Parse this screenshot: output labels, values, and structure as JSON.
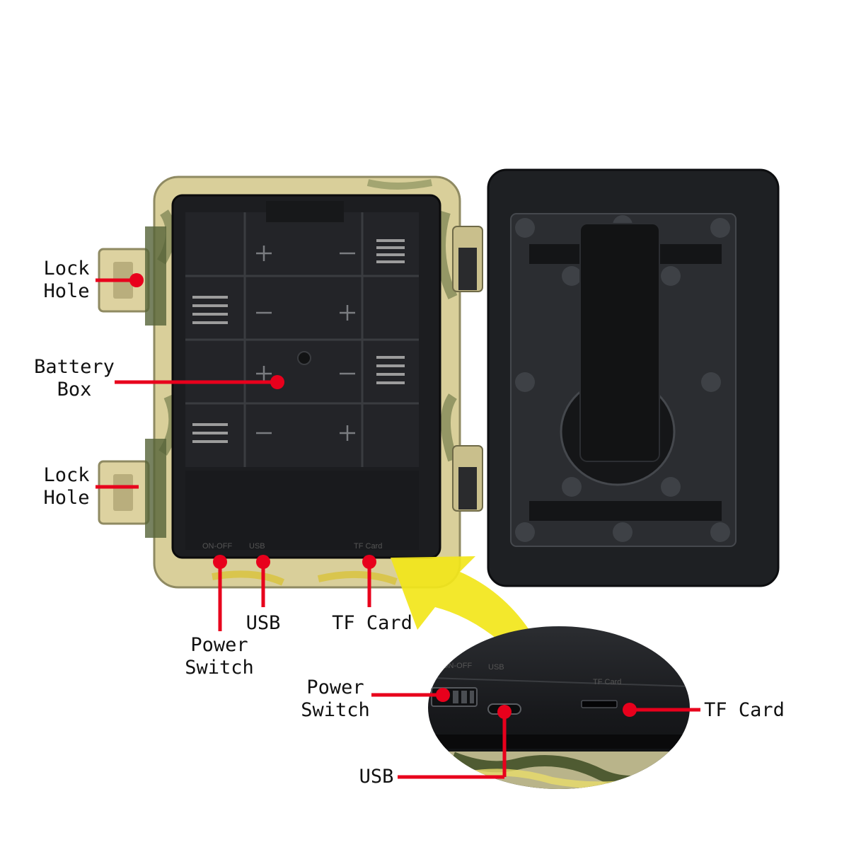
{
  "labels": {
    "lock_hole_top": [
      "Lock",
      "Hole"
    ],
    "battery_box": [
      "Battery",
      "Box"
    ],
    "lock_hole_bottom": [
      "Lock",
      "Hole"
    ],
    "usb_main": "USB",
    "tf_card_main": "TF Card",
    "power_switch_main": [
      "Power",
      "Switch"
    ],
    "power_switch_zoom": [
      "Power",
      "Switch"
    ],
    "tf_card_zoom": "TF Card",
    "usb_zoom": "USB"
  },
  "panel_markings": {
    "on_off": "ON-OFF",
    "usb": "USB",
    "tf_card": "TF Card"
  },
  "colors": {
    "callout_red": "#e8001c",
    "arrow_yellow": "#f2e61a",
    "casing_black": "#1e2023",
    "camo_tan": "#d9cf9a"
  }
}
